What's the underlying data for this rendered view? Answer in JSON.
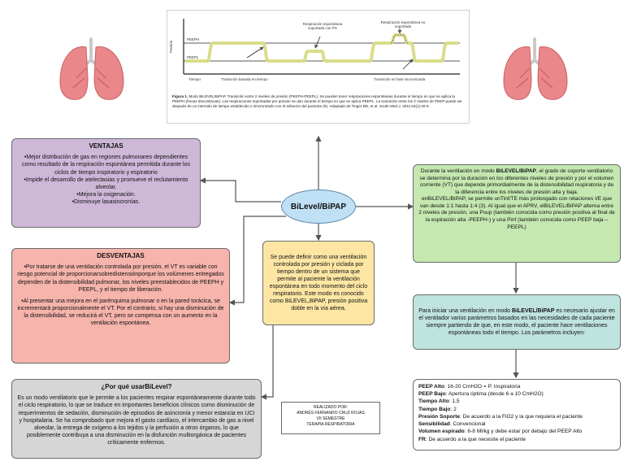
{
  "figure": {
    "y_axis_label": "Presión",
    "peeph_label": "PEEPH",
    "peepl_label": "PEEPL",
    "time_label": "Tiempo",
    "annot_time_transition": "Transición basada en tiempo",
    "annot_spont_supported": "Respiración espontánea soportada con PS",
    "annot_spont_unsupported": "Respiración espontánea no soportada",
    "annot_sync": "Transición en fase sincronizada",
    "caption_bold": "Figura 1.",
    "caption_text": "Modo BiLEVEL/BiPAP. Transición entre 2 niveles de presión (PEEPH-PEEPL). Se pueden tener respiraciones espontáneas durante el tiempo en que se aplica la PEEPH (líneas discontinuas). Las respiraciones soportadas por presión se dan durante el tiempo en que se aplica PEEPL. La transición entre los 2 niveles de PEEP puede ser después de un intervalo de tiempo establecido o sincronizado con el esfuerzo del paciente (5). Adaptado de Tinger BD, et al. South Med J. 2011;04(1):20-9."
  },
  "center": {
    "label": "BiLevel/BiPAP"
  },
  "ventajas": {
    "title": "VENTAJAS",
    "items": [
      "•Mejor distribución de gas en regiones pulmonares dependientes como resultado de la respiración espontánea permitida durante los ciclos de tiempo inspiratorio y espiratorio",
      "•Impide el desarrollo de atelectasias y promueve el reclutamiento alveolar.",
      "•Mejora la oxigenación.",
      "•Disminuye lasasincronías."
    ]
  },
  "desventajas": {
    "title": "DESVENTAJAS",
    "items": [
      "•Por tratarse de una ventilación controlada por presión, el VT es variable con riesgo potencial de proporcionarsobredistensiónporque los volúmenes entregados dependen de la distensibilidad pulmonar, los niveles preestablecidos de PEEPH y PEEPL, y el tiempo de liberación.",
      "•Al presentar una mejora en el parénquima pulmonar o en la pared torácica, se incrementará proporcionalmente el VT. Por el contrario, si hay una disminución de la distensibilidad, se reducirá el VT, pero se compensa con un aumento en la ventilación espontánea."
    ]
  },
  "porque": {
    "title": "¿Por qué usarBiLevel?",
    "text": "Es un modo ventilatorio que le permite a los pacientes respirar espontáneamente durante todo el ciclo respiratorio, lo que se traduce en importantes beneficios clínicos como disminución de requerimientos de sedación, disminución de episodios de asincronía y menor estancia en UCI y hospitalaria. Se ha comprobado que mejora el gasto cardíaco, el intercambio de gas a nivel alveolar, la entrega de oxígeno a los tejidos y la perfusión a otros órganos, lo que posiblemente contribuya a una disminución en la disfunción multiorgánica de pacientes críticamente enfermos."
  },
  "definicion": {
    "text": "Se puede definir como una ventilación controlada por presión y ciclada por tiempo dentro de un sistema que permite al paciente la ventilación espontánea en todo momento del ciclo respiratorio. Este modo es conocido como BiLEVEL,BiPAP, presión positiva doble en la vía aérea."
  },
  "credits": {
    "line1": "REALIZADO POR:",
    "line2": "ANDRÉS FERNANDO CRUZ ROJAS",
    "line3": "VII SEMESTRE",
    "line4": "TERAPIA RESPIRATORIA"
  },
  "funcionamiento": {
    "text_a": "Durante la ventilación en modo ",
    "text_b": "BiLEVEL/BiPAP",
    "text_c": ", el grado de soporte ventilatorio se determina por la duración en los diferentes niveles de presión y por el volumen corriente (VT) que depende primordialmente de la distensibilidad respiratoria y de la diferencia entre los niveles de presión alta y baja.",
    "text_d": "enBiLEVEL/BiPAP, se permite unTinf/TE más prolongado con relaciones I/E que van desde 1:1 hasta 1:4 (3). Al igual que el APRV, elBiLEVEL/BiPAP alterna entre 2 niveles de presión, una Psup (también conocida como presión positiva al final de la espiración alta -PEEPH-) y una Pinf (también conocida como PEEP baja – PEEPL)"
  },
  "inicio": {
    "text_a": "Para iniciar una ventilación en modo ",
    "text_b": "BiLEVEL/BiPAP",
    "text_c": " es necesario ajustar en el ventilador varios parámetros basados en las necesidades de cada paciente siempre partiendo de que, en este modo, el paciente hace ventilaciones espontáneas todo el tiempo. Los parámetros incluyen:"
  },
  "parametros": [
    {
      "label": "PEEP Alto",
      "value": ": 16-20 CmH2O = P. Inspiratoria"
    },
    {
      "label": "PEEP Bajo",
      "value": ": Apertura óptima (desde 6 a 10 CmH2O)"
    },
    {
      "label": "Tiempo Alto",
      "value": ": 1,5"
    },
    {
      "label": "Tiempo Bajo",
      "value": ": 2"
    },
    {
      "label": "Presión Soporte",
      "value": ": De acuerdo a la FiO2 y la que requiera el paciente"
    },
    {
      "label": "Sensibilidad",
      "value": ": Convencional"
    },
    {
      "label": "Volumen espirado",
      "value": ": 6-8 Ml/kg y debe estar por debajo del PEEP Alto"
    },
    {
      "label": "FR",
      "value": ": De acuerdo a la que necesite el paciente"
    }
  ],
  "colors": {
    "ventajas_bg": "#cdb8d8",
    "desventajas_bg": "#f6b4ad",
    "porque_bg": "#d6d6d6",
    "definicion_bg": "#fde6a4",
    "funcionamiento_bg": "#c4e8b0",
    "inicio_bg": "#bfe3de",
    "center_bg": "#bfe0f5",
    "lung_color": "#e9878a"
  }
}
